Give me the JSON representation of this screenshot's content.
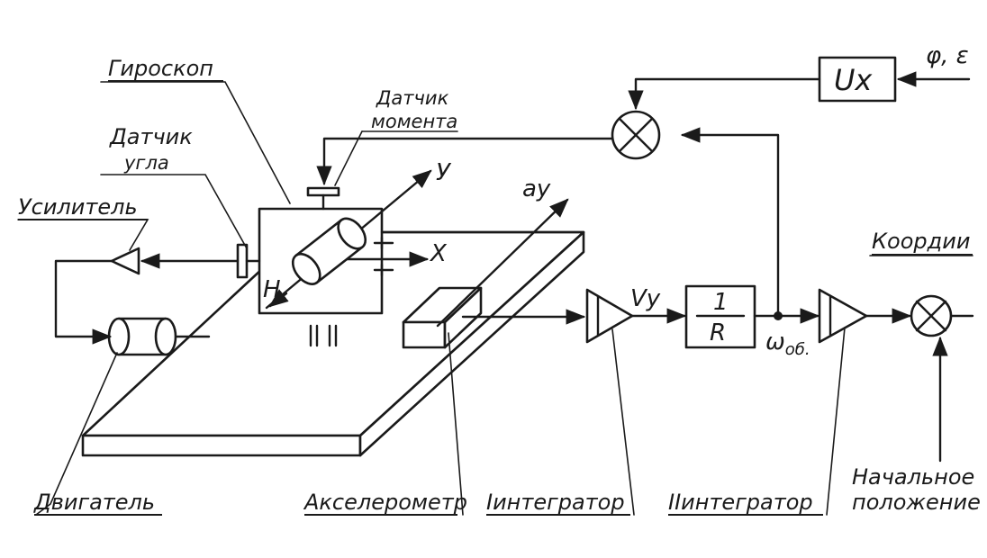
{
  "labels": {
    "gyroscope": "Гироскоп",
    "moment_sensor_1": "Датчик",
    "moment_sensor_2": "момента",
    "angle_sensor_1": "Датчик",
    "angle_sensor_2": "угла",
    "amplifier": "Усилитель",
    "coord": "Коордии",
    "motor": "Двигатель",
    "accelerometer": "Акселерометр",
    "integrator_1_num": "I",
    "integrator_1": "интегратор",
    "integrator_2_num": "II",
    "integrator_2": "интегратор",
    "initial_1": "Начальное",
    "initial_2": "положение"
  },
  "symbols": {
    "axis_y": "У",
    "axis_x": "Х",
    "h": "Н",
    "ay": "ay",
    "vy": "Vy",
    "one": "1",
    "r": "R",
    "omega": "ω",
    "omega_sub": "об.",
    "ux": "Ux",
    "phi_eps": "φ, ε",
    "ii_mark": "II"
  },
  "colors": {
    "ink": "#1a1a1a",
    "paper": "#ffffff"
  }
}
